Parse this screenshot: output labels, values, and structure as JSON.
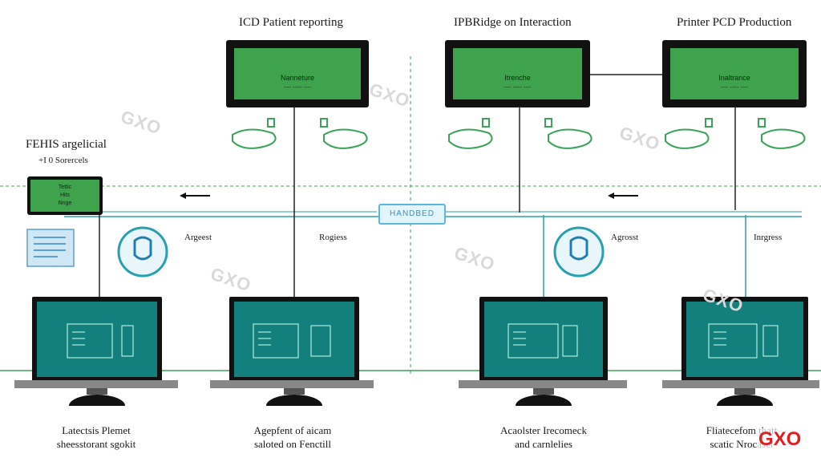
{
  "top_titles": [
    "ICD Patient reporting",
    "IPBRidge on Interaction",
    "Printer PCD Production"
  ],
  "top_monitor_texts": [
    {
      "line1": "Nanneture",
      "line2": "---- ----- ----"
    },
    {
      "line1": "Itrenche",
      "line2": "---- ----- ----"
    },
    {
      "line1": "Inaltrance",
      "line2": "---- ----- ----"
    }
  ],
  "left_panel": {
    "title": "FEHIS argelicial",
    "subtitle": "+I 0 Sorercels",
    "box_lines": [
      "Tettic",
      "Hits",
      "Nnge"
    ]
  },
  "hub_label": "HANDBED",
  "flow_labels": [
    "Argeest",
    "Rogiess",
    "Agrosst",
    "Inrgress"
  ],
  "bottom_captions": [
    {
      "line1": "Latectsis Plemet",
      "line2": "sheesstorant sgokit"
    },
    {
      "line1": "Agepfent of aicam",
      "line2": "saloted on Fenctill"
    },
    {
      "line1": "Acaolster Irecomeck",
      "line2": "and carnlelies"
    },
    {
      "line1": "Fliatecefom thatt",
      "line2": "scatic Nrocasel"
    }
  ],
  "watermark": "GXO",
  "corner_watermark": "GXO",
  "colors": {
    "green": "#3fa34d",
    "teal": "#14807e",
    "line_green": "#3aa35a",
    "line_teal": "#2a9fb0",
    "corner": "#e02020"
  }
}
